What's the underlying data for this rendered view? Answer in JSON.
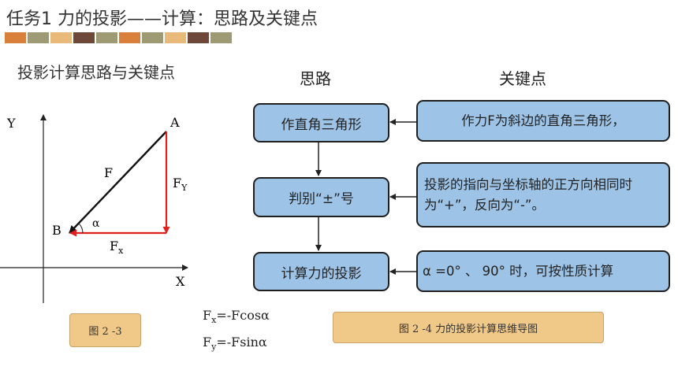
{
  "header": {
    "title": "任务1  力的投影——计算：思路及关键点",
    "color_strip": [
      "#d9803c",
      "#9e9a73",
      "#e9b97a",
      "#6e4838",
      "#9e9a73",
      "#d9803c",
      "#9e9a73",
      "#e9b97a",
      "#6e4838",
      "#9e9a73"
    ]
  },
  "left_panel": {
    "heading": "投影计算思路与关键点",
    "figure": {
      "y_axis_label": "Y",
      "x_axis_label": "X",
      "point_a": "A",
      "point_b": "B",
      "force_label": "F",
      "fy_main": "F",
      "fy_sub": "Y",
      "fx_main": "F",
      "fx_sub": "x",
      "angle_label": "α",
      "colors": {
        "force": "#111111",
        "projection": "#e0201c",
        "axis": "#222222"
      }
    },
    "caption": "图 2 -3",
    "formulas": [
      {
        "main": "F",
        "sub": "x",
        "rest": "=-Fcosα"
      },
      {
        "main": "F",
        "sub": "y",
        "rest": "=-Fsinα"
      }
    ]
  },
  "columns": {
    "idea": "思路",
    "key_points": "关键点"
  },
  "flow": {
    "steps": [
      "作直角三角形",
      "判别“±”号",
      "计算力的投影"
    ],
    "key_points": [
      "作力F为斜边的直角三角形，",
      "投影的指向与坐标轴的正方向相同时为“+”，反向为“-”。",
      "α =0° 、 90° 时，可按性质计算"
    ],
    "colors": {
      "box_fill": "#9dc3e6",
      "box_border": "#1f1f1f"
    }
  },
  "right_caption": "图 2 -4  力的投影计算思维导图"
}
